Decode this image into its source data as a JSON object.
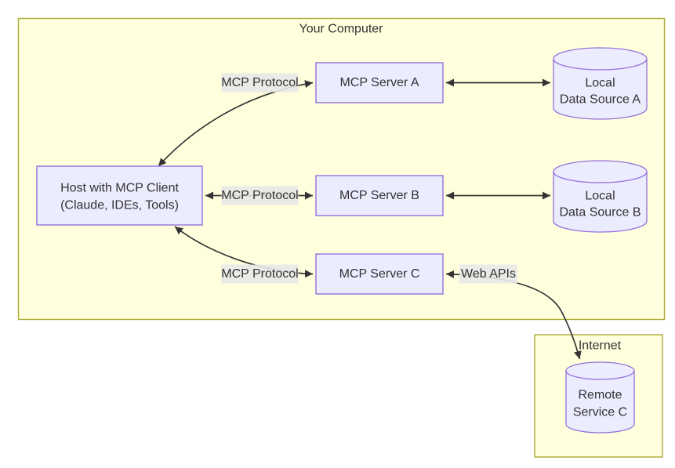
{
  "diagram": {
    "clusters": {
      "your_computer": {
        "title": "Your Computer"
      },
      "internet": {
        "title": "Internet"
      }
    },
    "nodes": {
      "host": {
        "line1": "Host with MCP Client",
        "line2": "(Claude, IDEs, Tools)"
      },
      "server_a": {
        "label": "MCP Server A"
      },
      "server_b": {
        "label": "MCP Server B"
      },
      "server_c": {
        "label": "MCP Server C"
      },
      "data_source_a": {
        "line1": "Local",
        "line2": "Data Source A"
      },
      "data_source_b": {
        "line1": "Local",
        "line2": "Data Source B"
      },
      "remote_service_c": {
        "line1": "Remote",
        "line2": "Service C"
      }
    },
    "edge_labels": {
      "protocol_a": "MCP Protocol",
      "protocol_b": "MCP Protocol",
      "protocol_c": "MCP Protocol",
      "web_apis": "Web APIs"
    }
  },
  "colors": {
    "page-bg": "#ffffff",
    "cluster-fill": "#ffffde",
    "cluster-border": "#aaaa33",
    "node-fill": "#ececff",
    "node-border": "#9370db",
    "edge-color": "#333333",
    "text-color": "#333333",
    "edge-label-bg": "#e8e8e8"
  }
}
